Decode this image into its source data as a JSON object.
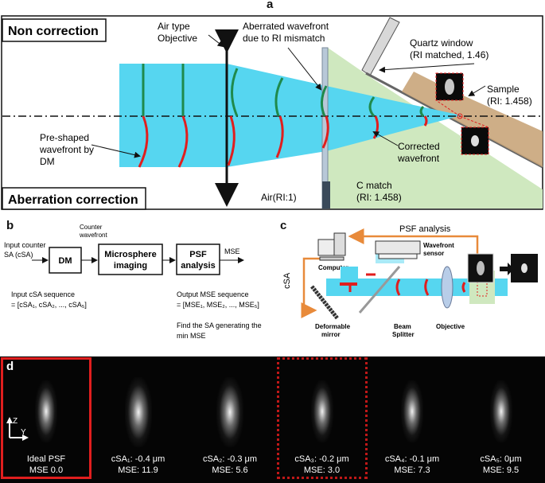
{
  "panel_a": {
    "letter": "a",
    "non_correction": "Non correction",
    "aberration_correction": "Aberration correction",
    "objective_label_1": "Air type",
    "objective_label_2": "Objective",
    "aberrated_label_1": "Aberrated wavefront",
    "aberrated_label_2": "due to RI mismatch",
    "quartz_label_1": "Quartz window",
    "quartz_label_2": "(RI matched, 1.46)",
    "sample_label_1": "Sample",
    "sample_label_2": "(RI: 1.458)",
    "preshaped_label_1": "Pre-shaped",
    "preshaped_label_2": "wavefront by",
    "preshaped_label_3": "DM",
    "corrected_label_1": "Corrected",
    "corrected_label_2": "wavefront",
    "air_label": "Air(RI:1)",
    "cmatch_label_1": "C match",
    "cmatch_label_2": "(RI: 1.458)",
    "colors": {
      "beam": "#56d6f0",
      "medium": "#cfe8bf",
      "sample": "#c9a57a",
      "green_wave": "#1f8a4c",
      "red_wave": "#e01e1e"
    }
  },
  "panel_b": {
    "letter": "b",
    "input_label_1": "Input counter",
    "input_label_2": "SA (cSA)",
    "counter_label_1": "Counter",
    "counter_label_2": "wavefront",
    "dm_box": "DM",
    "micro_box_1": "Microsphere",
    "micro_box_2": "imaging",
    "psf_box_1": "PSF",
    "psf_box_2": "analysis",
    "mse_out": "MSE",
    "input_seq_1": "Input cSA sequence",
    "input_seq_2": "= [cSA₁, cSA₂, ..., cSA₅]",
    "output_seq_1": "Output MSE sequence",
    "output_seq_2": "= [MSE₁, MSE₂, ..., MSE₅]",
    "find_1": "Find the SA generating the",
    "find_2": "min MSE"
  },
  "panel_c": {
    "letter": "c",
    "psf_analysis": "PSF analysis",
    "computer": "Computer",
    "wavefront_sensor_1": "Wavefront",
    "wavefront_sensor_2": "sensor",
    "csa": "cSA",
    "deformable_1": "Deformable",
    "deformable_2": "mirror",
    "beam_splitter_1": "Beam",
    "beam_splitter_2": "Splitter",
    "objective": "Objective",
    "colors": {
      "arrow": "#e88a3a"
    }
  },
  "panel_d": {
    "letter": "d",
    "axis_z": "Z",
    "axis_y": "Y",
    "tiles": [
      {
        "label": "Ideal PSF",
        "mse": "MSE 0.0"
      },
      {
        "label": "cSA₁: -0.4 μm",
        "mse": "MSE: 11.9"
      },
      {
        "label": "cSA₂: -0.3 μm",
        "mse": "MSE: 5.6"
      },
      {
        "label": "cSA₃: -0.2 μm",
        "mse": "MSE: 3.0"
      },
      {
        "label": "cSA₄: -0.1 μm",
        "mse": "MSE: 7.3"
      },
      {
        "label": "cSA₅:  0μm",
        "mse": "MSE: 9.5"
      }
    ],
    "colors": {
      "frame": "#e01e1e"
    }
  }
}
